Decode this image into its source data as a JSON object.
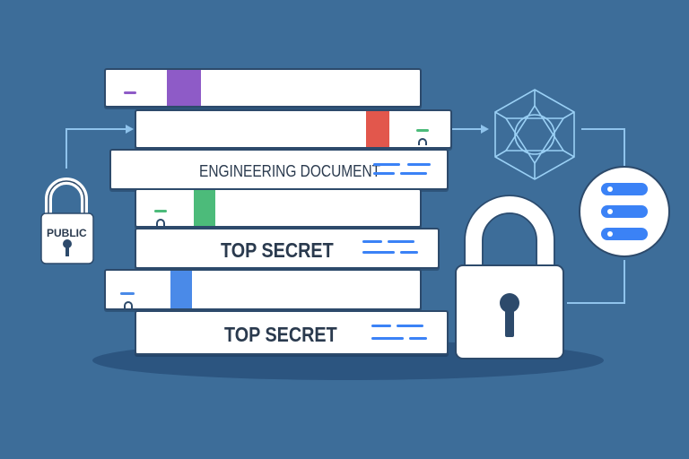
{
  "labels": {
    "public": "PUBLIC",
    "engineering": "ENGINEERING DOCUMENT",
    "top_secret_1": "TOP SECRET",
    "top_secret_2": "TOP SECRET"
  },
  "colors": {
    "background": "#3d6d99",
    "outline": "#2d4a6b",
    "purple": "#8e5bc7",
    "red": "#e2574c",
    "green": "#4cbb7a",
    "blue": "#4a8ae8",
    "accent_blue": "#3b82f6"
  },
  "icons": [
    "padlock-icon",
    "large-padlock-icon",
    "network-icosahedron-icon",
    "server-stack-icon",
    "keyhole-icon"
  ]
}
